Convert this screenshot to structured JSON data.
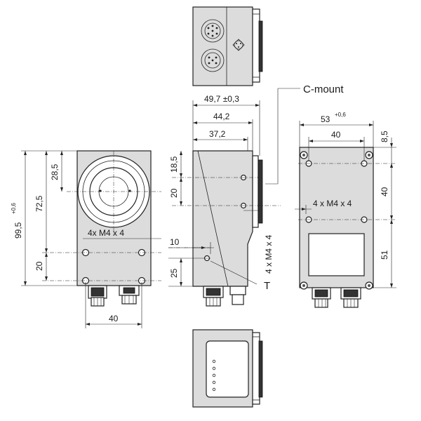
{
  "labels": {
    "c_mount": "C-mount",
    "t_marker": "T",
    "front_threads": "4x  M4 x 4",
    "side_threads": "4 x M4 x 4",
    "back_threads": "4 x M4 x 4"
  },
  "dimensions": {
    "width_total": "49,7  ±0,3",
    "width_44": "44,2",
    "width_37": "37,2",
    "back_width": "53",
    "back_width_tol": "+0,6",
    "back_hole_spacing": "40",
    "back_top_offset": "8,5",
    "back_vertical_40": "40",
    "back_bottom_51": "51",
    "front_height_total": "99,5",
    "front_height_tol": "+0,6",
    "front_height_72": "72,5",
    "front_height_28": "28,5",
    "front_holes_20": "20",
    "front_width_40": "40",
    "side_18": "18,5",
    "side_20": "20",
    "side_10": "10",
    "side_25": "25"
  }
}
